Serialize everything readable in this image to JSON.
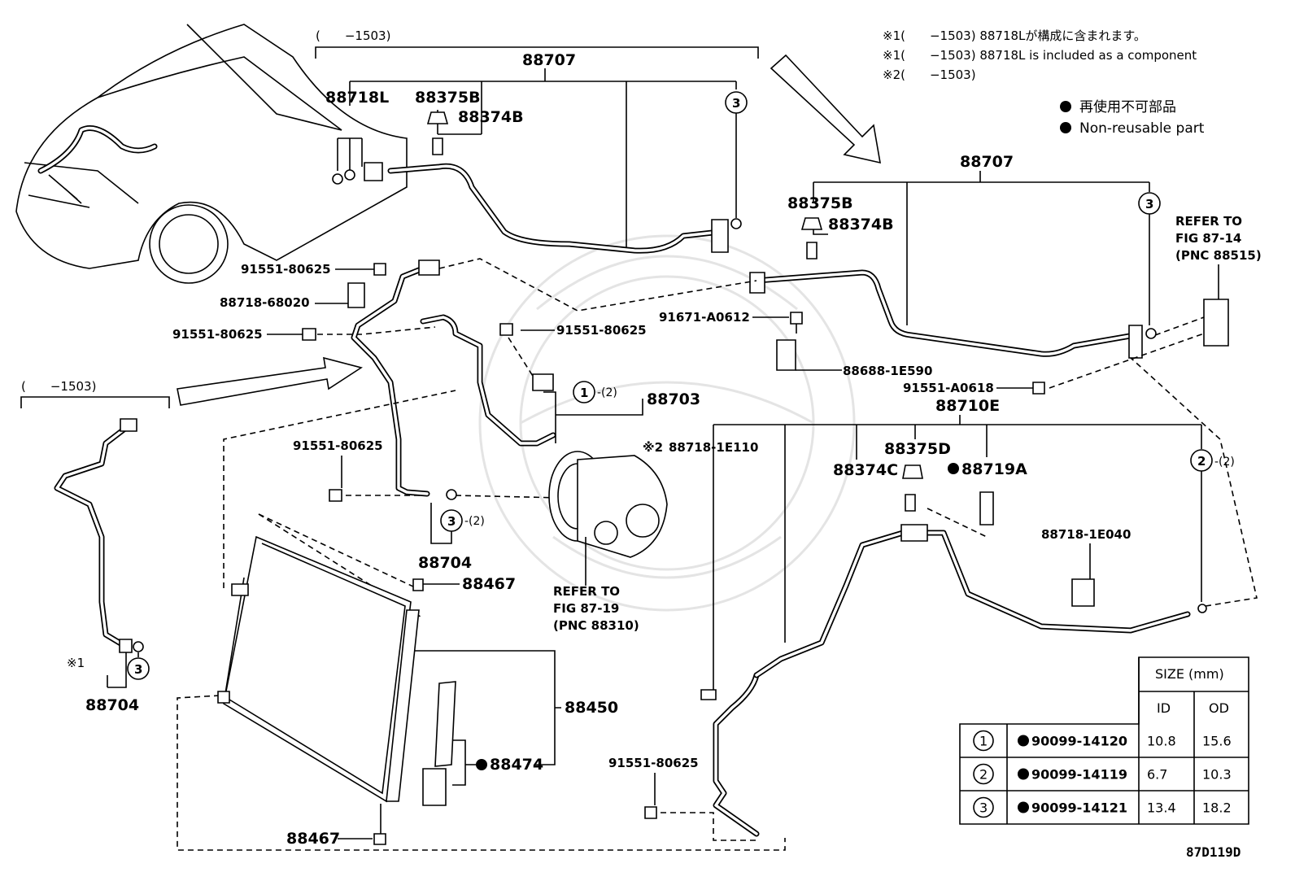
{
  "notes": {
    "note1_ja": "※1(　　−1503) 88718Lが構成に含まれます。",
    "note1_en": "※1(　　−1503) 88718L is included as a component",
    "note2": "※2(　　−1503)",
    "legend_ja": "再使用不可部品",
    "legend_en": "Non-reusable part"
  },
  "ranges": {
    "top": "(　　−1503)",
    "left": "(　　−1503)"
  },
  "labels": {
    "p88707_top": "88707",
    "p88718L": "88718L",
    "p88375B_top": "88375B",
    "p88374B_top": "88374B",
    "c3_top": "3",
    "p88707_right": "88707",
    "p88375B_right": "88375B",
    "p88374B_right": "88374B",
    "c3_right": "3",
    "refer_87_14_a": "REFER TO",
    "refer_87_14_b": "FIG 87-14",
    "refer_87_14_c": "(PNC 88515)",
    "p91551_80625_a": "91551-80625",
    "p88718_68020": "88718-68020",
    "p91551_80625_b": "91551-80625",
    "p91551_80625_c": "91551-80625",
    "p91671_A0612": "91671-A0612",
    "p88688_1E590": "88688-1E590",
    "p91551_A0618": "91551-A0618",
    "c1_88703": "1",
    "qty_88703": "-(2)",
    "p88703": "88703",
    "p88710E": "88710E",
    "note2_mark": "※2",
    "p88718_1E110": "88718-1E110",
    "p88375D": "88375D",
    "p88374C": "88374C",
    "p88719A": "88719A",
    "c2_right": "2",
    "qty_c2_right": "-(2)",
    "p88718_1E040": "88718-1E040",
    "p91551_80625_d": "91551-80625",
    "c3_88704": "3",
    "qty_c3_88704": "-(2)",
    "p88704_mid": "88704",
    "p88467_top": "88467",
    "refer_87_19_a": "REFER TO",
    "refer_87_19_b": "FIG 87-19",
    "refer_87_19_c": "(PNC 88310)",
    "p88450": "88450",
    "p88474": "88474",
    "p88467_bottom": "88467",
    "p91551_80625_e": "91551-80625",
    "note1_mark": "※1",
    "c3_left": "3",
    "p88704_left": "88704",
    "fig_code": "87D119D"
  },
  "size_table": {
    "title": "SIZE (mm)",
    "col_id": "ID",
    "col_od": "OD",
    "rows": [
      {
        "ref": "1",
        "part": "90099-14120",
        "id": "10.8",
        "od": "15.6"
      },
      {
        "ref": "2",
        "part": "90099-14119",
        "id": "6.7",
        "od": "10.3"
      },
      {
        "ref": "3",
        "part": "90099-14121",
        "id": "13.4",
        "od": "18.2"
      }
    ]
  }
}
